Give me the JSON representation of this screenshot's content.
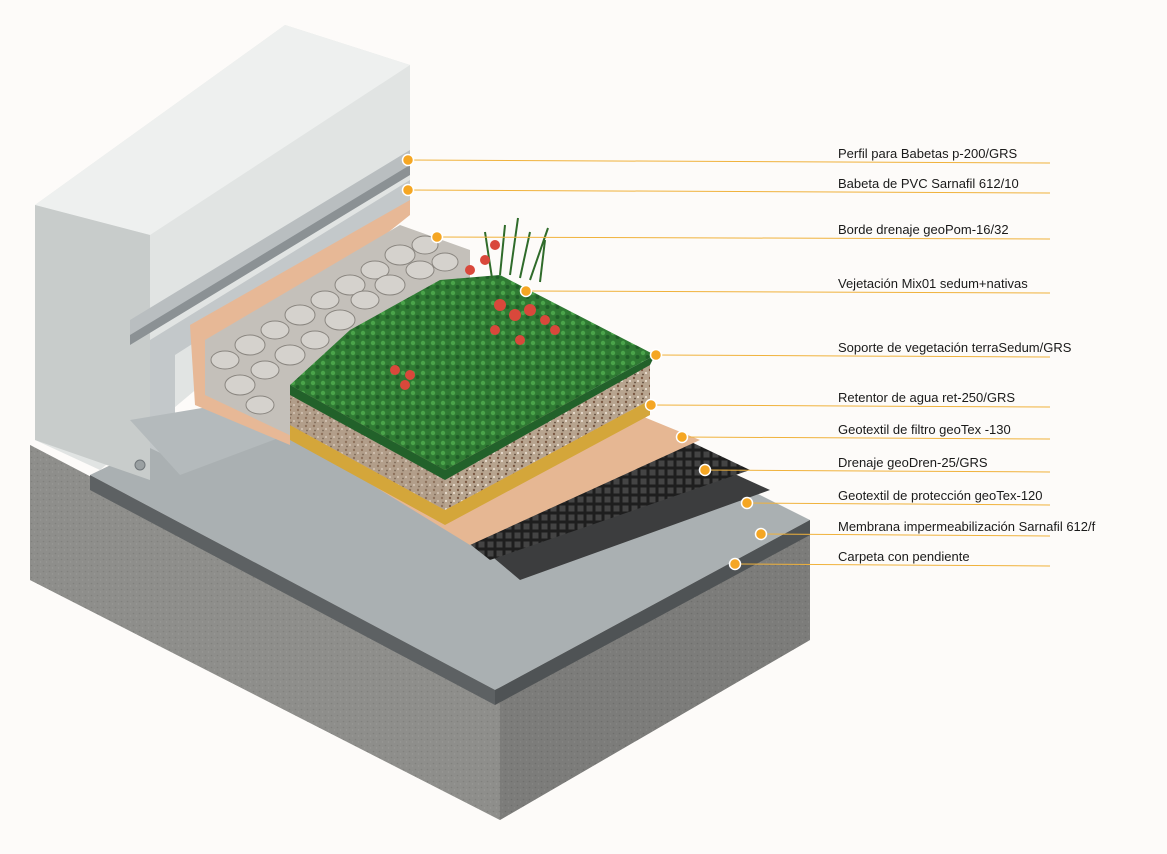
{
  "diagram": {
    "callouts": [
      {
        "id": "perfil",
        "label": "Perfil para Babetas p-200/GRS"
      },
      {
        "id": "babeta",
        "label": "Babeta de PVC Sarnafil 612/10"
      },
      {
        "id": "borde",
        "label": "Borde drenaje geoPom-16/32"
      },
      {
        "id": "vegetacion",
        "label": "Vejetación Mix01 sedum+nativas"
      },
      {
        "id": "soporte",
        "label": "Soporte de vegetación terraSedum/GRS"
      },
      {
        "id": "retentor",
        "label": "Retentor de agua ret-250/GRS"
      },
      {
        "id": "geotextil-filtro",
        "label": "Geotextil de filtro geoTex -130"
      },
      {
        "id": "drenaje",
        "label": "Drenaje geoDren-25/GRS"
      },
      {
        "id": "geotextil-proteccion",
        "label": "Geotextil de protección geoTex-120"
      },
      {
        "id": "membrana",
        "label": "Membrana impermeabilización Sarnafil 612/f"
      },
      {
        "id": "carpeta",
        "label": "Carpeta con pendiente"
      }
    ],
    "colors": {
      "leader_line": "#f0b23c",
      "marker_fill": "#f5a623",
      "marker_stroke": "#ffffff",
      "wall": "#d9dcdb",
      "concrete": "#8c8c8a",
      "membrane": "#a9aeb0",
      "vegetation": "#3c8a3a",
      "flowers": "#d9483b",
      "insulation_board": "#e7b896",
      "drainage_board": "#2a2a2a",
      "gravel": "#bfbcb7"
    }
  }
}
